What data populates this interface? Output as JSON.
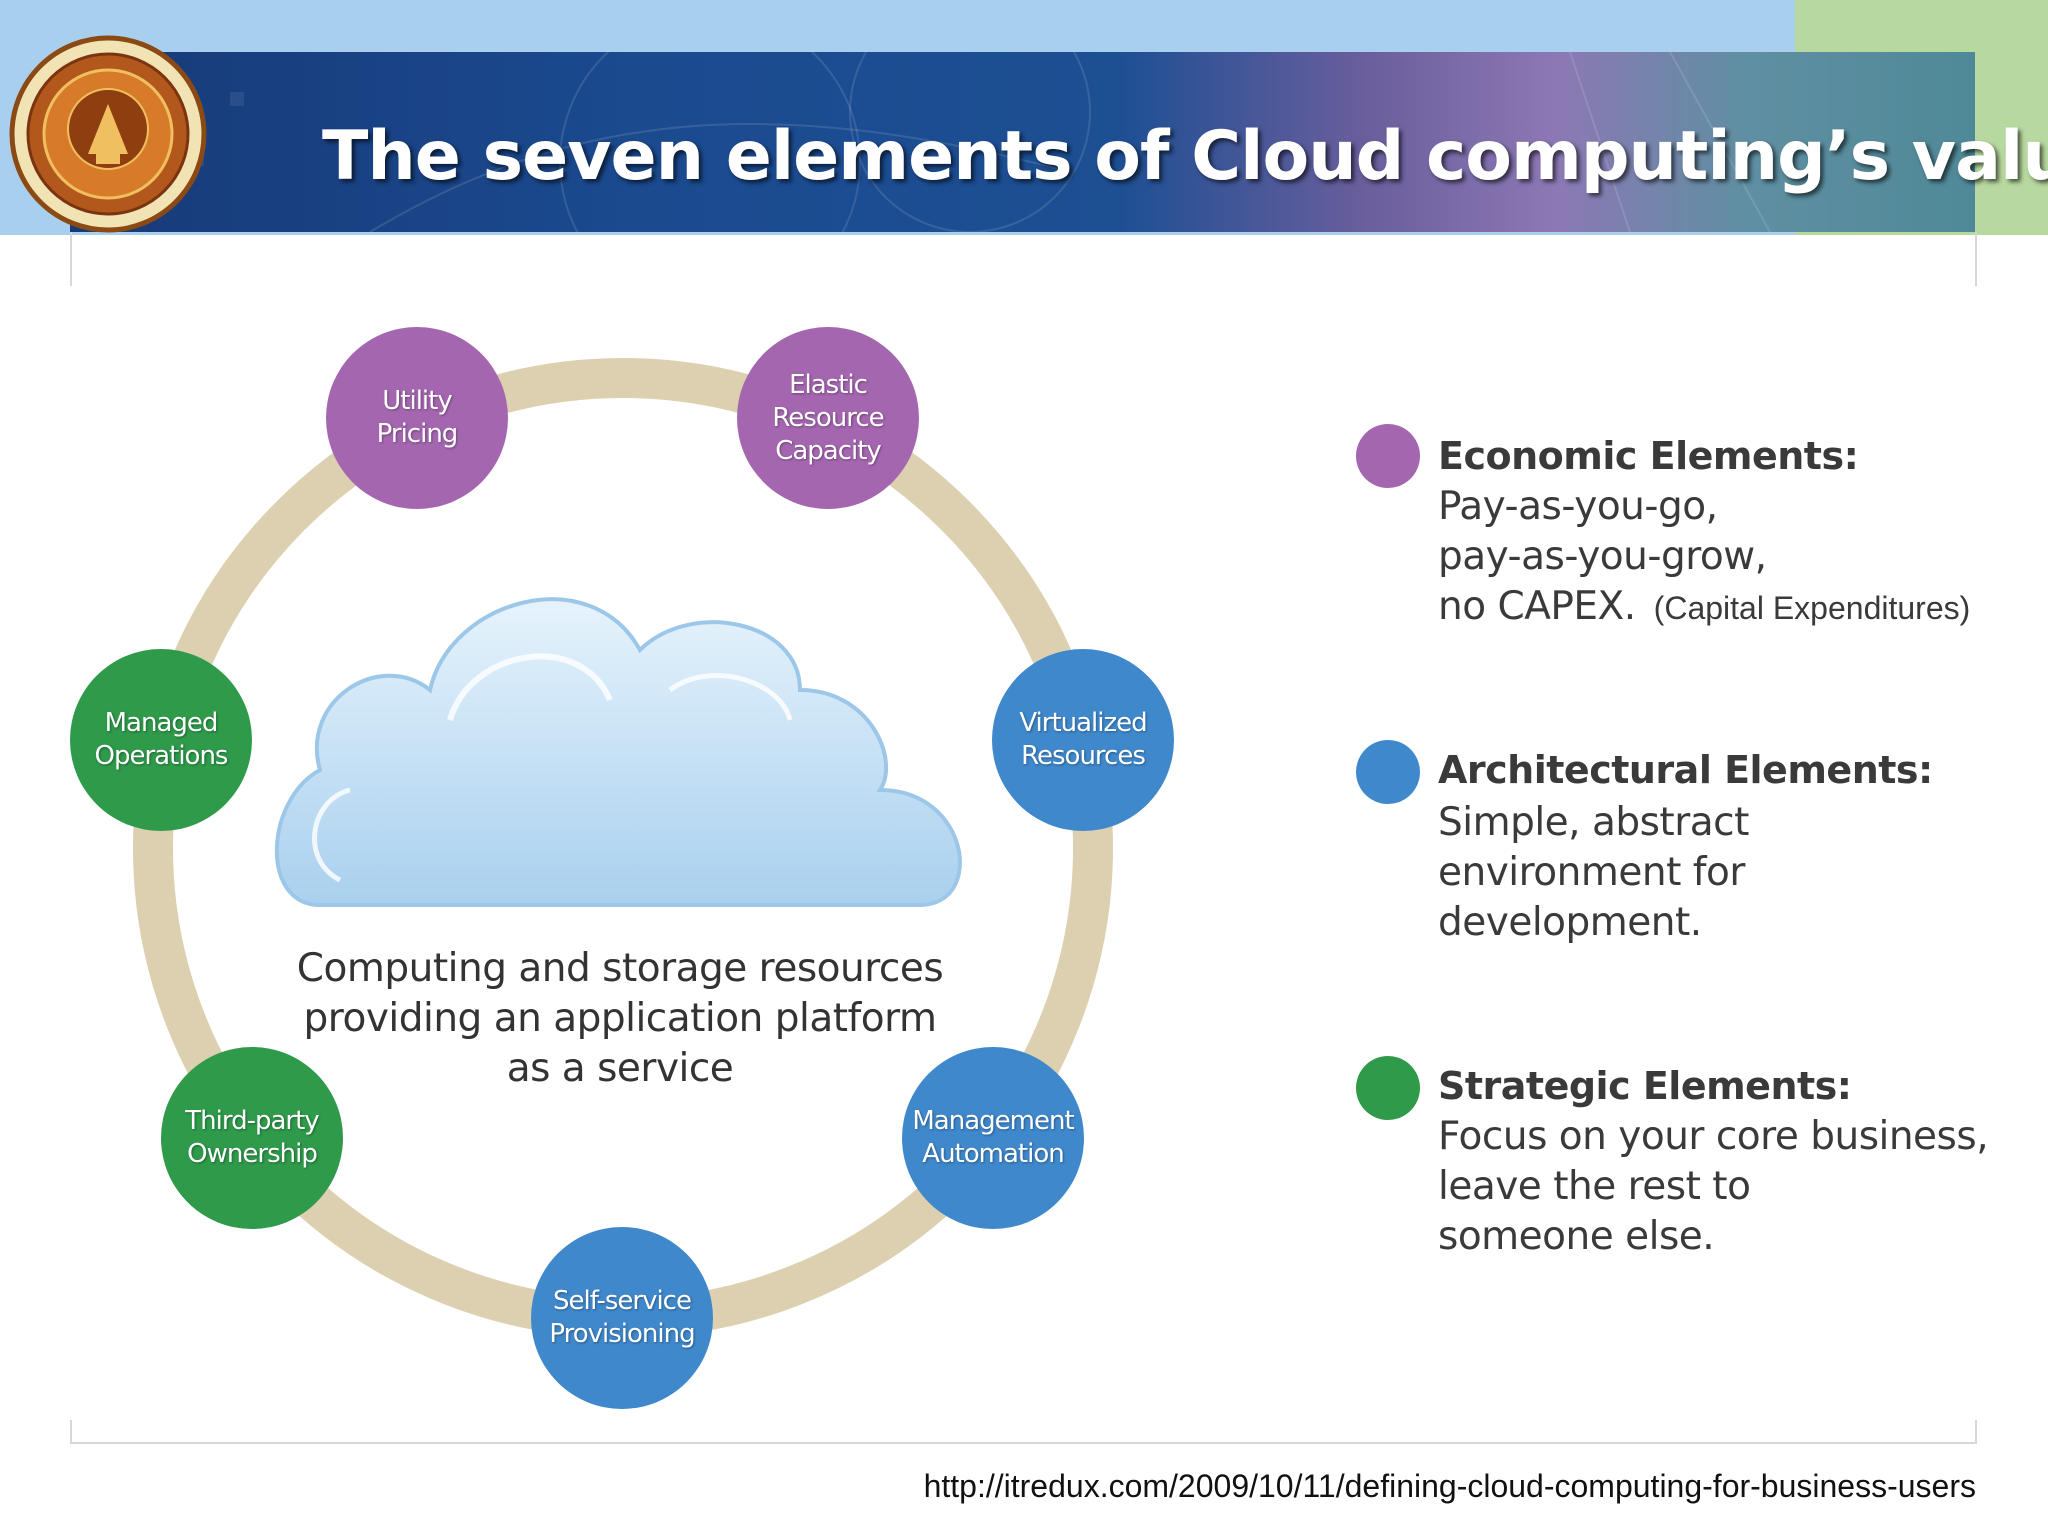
{
  "header": {
    "title": "The seven elements of Cloud computing’s value"
  },
  "diagram": {
    "center_text": [
      "Computing and storage resources",
      "providing an application platform",
      "as a service"
    ],
    "nodes": [
      {
        "lines": [
          "Utility",
          "Pricing"
        ],
        "group": "economic"
      },
      {
        "lines": [
          "Elastic",
          "Resource",
          "Capacity"
        ],
        "group": "economic"
      },
      {
        "lines": [
          "Virtualized",
          "Resources"
        ],
        "group": "architectural"
      },
      {
        "lines": [
          "Management",
          "Automation"
        ],
        "group": "architectural"
      },
      {
        "lines": [
          "Self-service",
          "Provisioning"
        ],
        "group": "architectural"
      },
      {
        "lines": [
          "Third-party",
          "Ownership"
        ],
        "group": "strategic"
      },
      {
        "lines": [
          "Managed",
          "Operations"
        ],
        "group": "strategic"
      }
    ]
  },
  "legend": {
    "economic": {
      "title": "Economic Elements:",
      "lines": [
        "Pay-as-you-go,",
        "pay-as-you-grow,",
        "no CAPEX."
      ],
      "note": "(Capital Expenditures)"
    },
    "architectural": {
      "title": "Architectural Elements:",
      "lines": [
        "Simple, abstract",
        "environment for",
        "development."
      ]
    },
    "strategic": {
      "title": "Strategic Elements:",
      "lines": [
        "Focus on your core business,",
        "leave the rest to",
        "someone else."
      ]
    }
  },
  "colors": {
    "economic": "#a566b0",
    "architectural": "#3f88cc",
    "strategic": "#2e9a4a",
    "ring": "#dcd0b0",
    "cloud": "#bcdcf3"
  },
  "footer": {
    "source_url": "http://itredux.com/2009/10/11/defining-cloud-computing-for-business-users"
  }
}
